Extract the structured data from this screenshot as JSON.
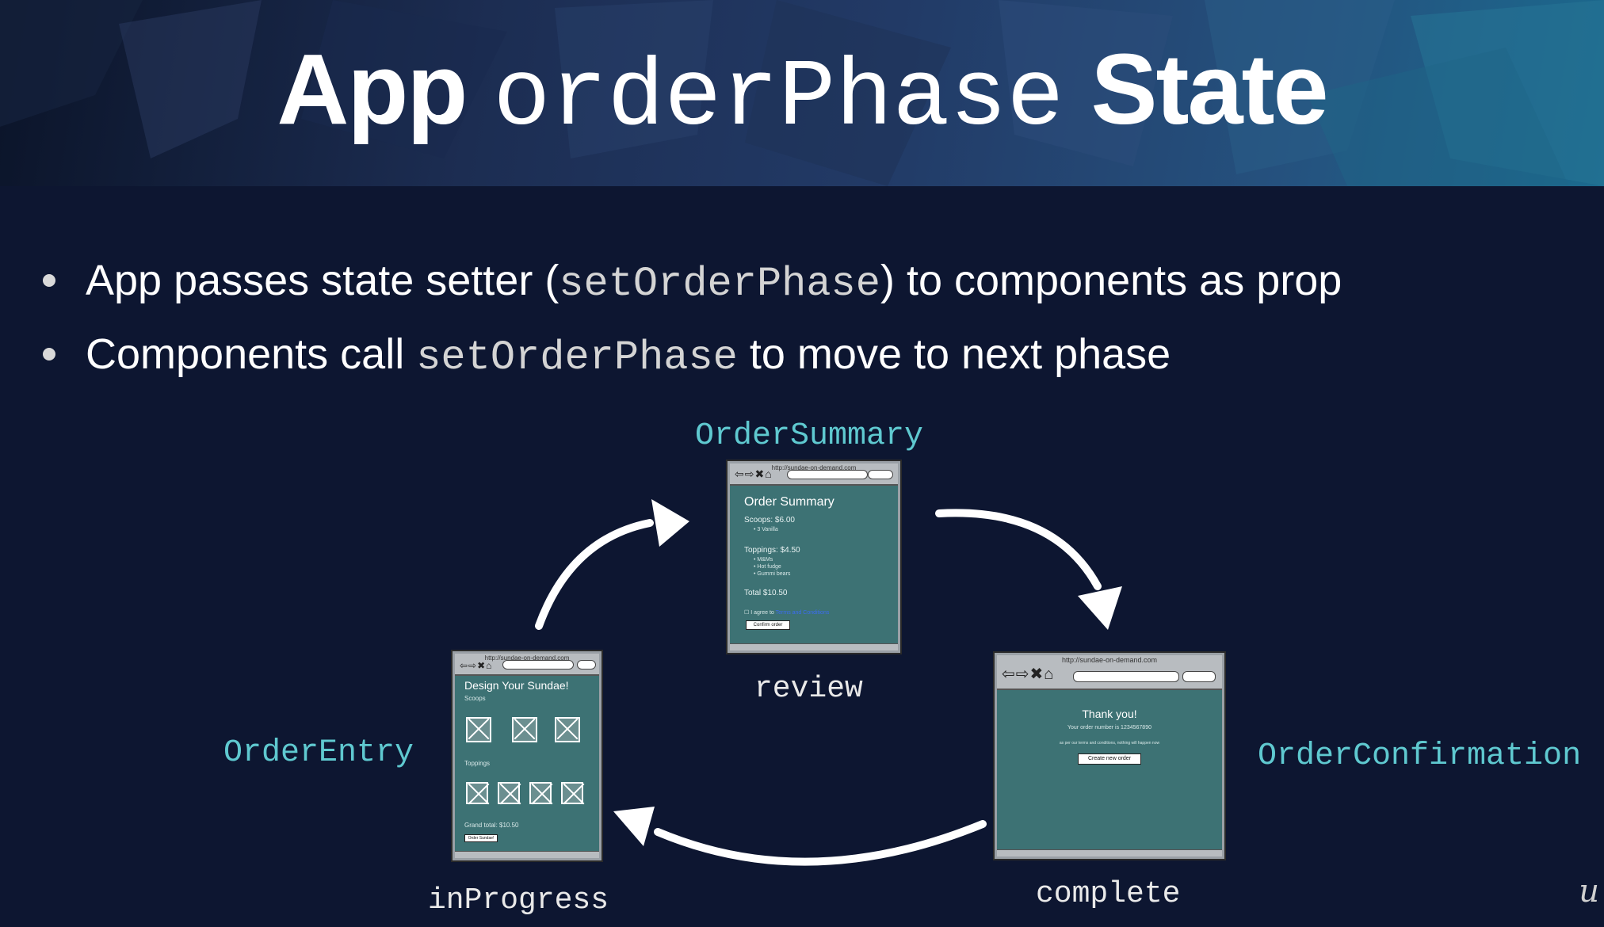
{
  "title": {
    "left": "App",
    "code": "orderPhase",
    "right": "State"
  },
  "bullets": [
    {
      "pre": "App passes state setter (",
      "code": "setOrderPhase",
      "post": ") to components as prop"
    },
    {
      "pre": "Components call ",
      "code": "setOrderPhase",
      "post": " to move to next phase"
    }
  ],
  "components": {
    "summary": "OrderSummary",
    "entry": "OrderEntry",
    "confirmation": "OrderConfirmation"
  },
  "phases": {
    "review": "review",
    "inProgress": "inProgress",
    "complete": "complete"
  },
  "windows": {
    "summary": {
      "url": "http://sundae-on-demand.com",
      "heading": "Order Summary",
      "scoops": "Scoops: $6.00",
      "toppings": "Toppings: $4.50",
      "total": "Total $10.50",
      "terms": "I agree to",
      "terms_link": "Terms and Conditions",
      "button": "Confirm order"
    },
    "entry": {
      "url": "http://sundae-on-demand.com",
      "heading": "Design Your Sundae!",
      "scoops": "Scoops",
      "toppings": "Toppings",
      "grand_total": "Grand total: $10.50",
      "button": "Order Sundae!"
    },
    "confirmation": {
      "url": "http://sundae-on-demand.com",
      "heading": "Thank you!",
      "order_number": "Your order number is 1234567890",
      "terms_note": "as per our terms and conditions, nothing will happen now",
      "button": "Create new order"
    }
  },
  "colors": {
    "background": "#0d1631",
    "component_label": "#5fc9d0",
    "window_fill": "#3d7274"
  },
  "watermark": "u"
}
